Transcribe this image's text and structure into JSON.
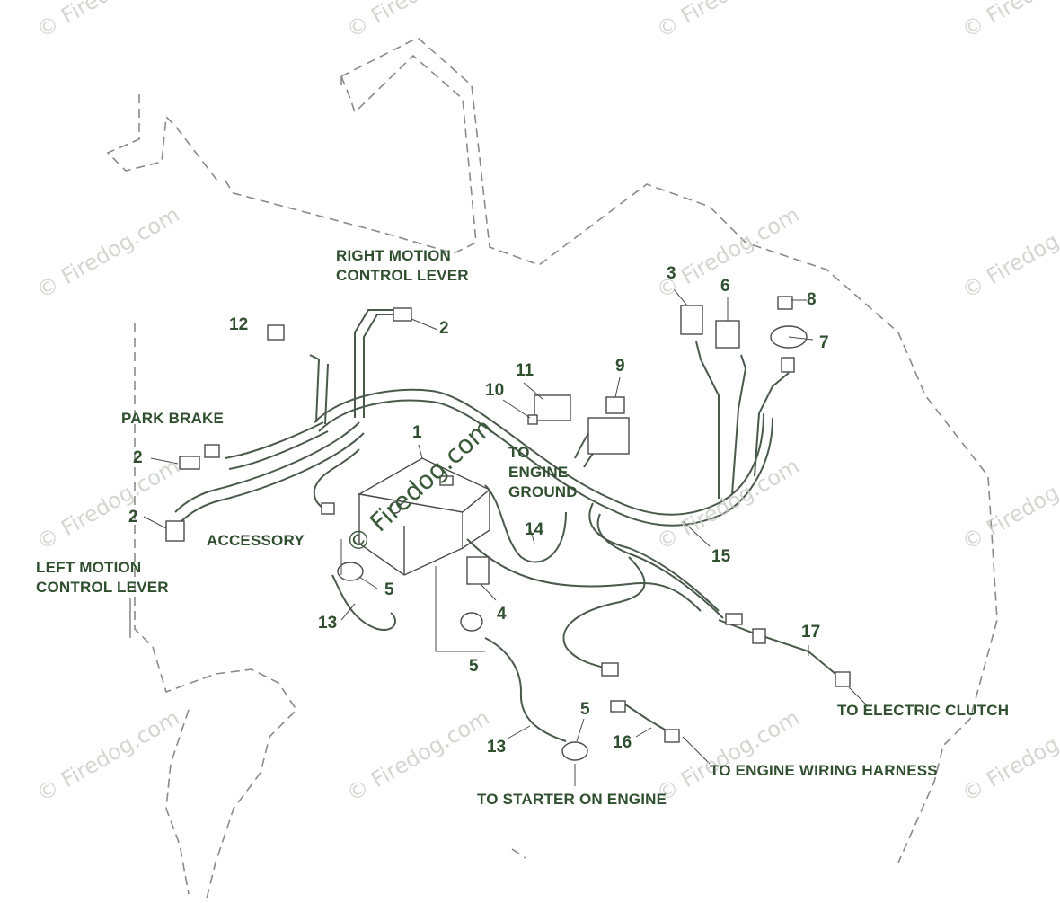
{
  "watermark": {
    "text": "© Firedog.com"
  },
  "colors": {
    "ink": "#2f4f2f",
    "outline": "#888888",
    "wire": "#4a5a4a",
    "watermark": "#c9ccc9"
  },
  "captions": {
    "right_motion_1": "RIGHT MOTION",
    "right_motion_2": "CONTROL LEVER",
    "park_brake": "PARK BRAKE",
    "accessory": "ACCESSORY",
    "left_motion_1": "LEFT MOTION",
    "left_motion_2": "CONTROL LEVER",
    "engine_ground_1": "TO",
    "engine_ground_2": "ENGINE",
    "engine_ground_3": "GROUND",
    "electric_clutch": "TO ELECTRIC CLUTCH",
    "engine_harness": "TO ENGINE WIRING HARNESS",
    "starter": "TO STARTER ON ENGINE"
  },
  "callouts": {
    "c1": "1",
    "c2a": "2",
    "c2b": "2",
    "c2c": "2",
    "c3": "3",
    "c4": "4",
    "c5a": "5",
    "c5b": "5",
    "c5c": "5",
    "c6": "6",
    "c7": "7",
    "c8": "8",
    "c9": "9",
    "c10": "10",
    "c11": "11",
    "c12": "12",
    "c13a": "13",
    "c13b": "13",
    "c14": "14",
    "c15": "15",
    "c16": "16",
    "c17": "17"
  }
}
